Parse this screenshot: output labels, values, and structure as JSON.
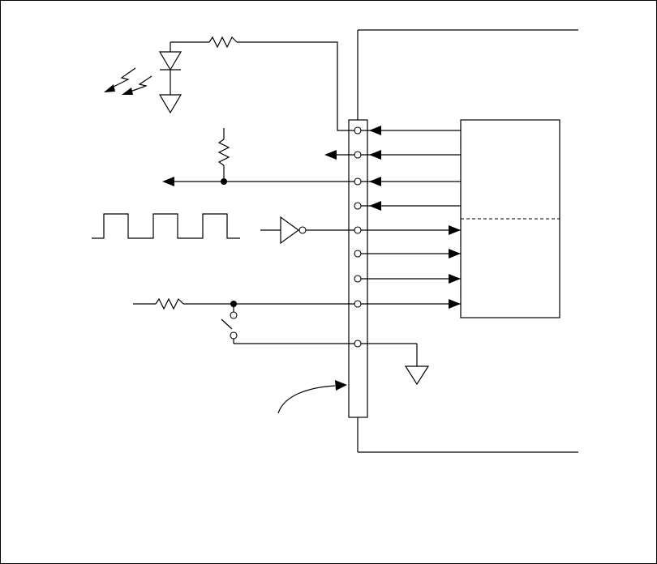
{
  "diagram": {
    "label_text": "",
    "description_visible": false,
    "components": [
      "resistor-led",
      "led",
      "light-emission-arrows",
      "ground",
      "pullup-resistor",
      "square-wave",
      "inverter-buffer",
      "series-resistor",
      "switch",
      "connector-strip",
      "device-box",
      "internal-block"
    ],
    "pin_count": 9,
    "colors": {
      "line": "#000000",
      "background": "#ffffff"
    }
  }
}
